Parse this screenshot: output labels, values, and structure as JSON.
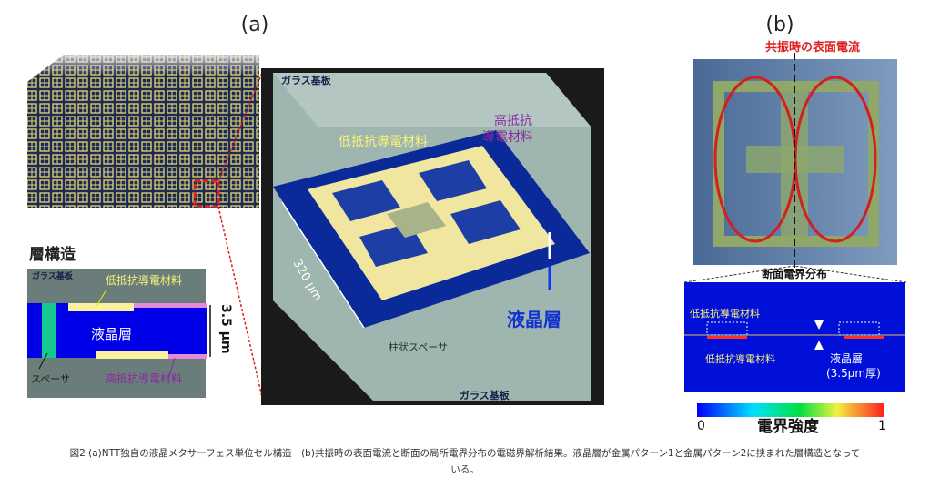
{
  "panel_a": {
    "label": "(a)",
    "layer_title": "層構造",
    "layer": {
      "glass": "ガラス基板",
      "low_res": "低抵抗導電材料",
      "lc": "液晶層",
      "thickness": "3.5 μm",
      "spacer": "スペーサ",
      "high_res": "高抵抗導電材料"
    },
    "cell": {
      "glass_top": "ガラス基板",
      "glass_bottom": "ガラス基板",
      "low_res": "低抵抗導電材料",
      "high_res_line1": "高抵抗",
      "high_res_line2": "導電材料",
      "size": "320 μm",
      "spacer": "柱状スペーサ",
      "lc": "液晶層"
    }
  },
  "panel_b": {
    "label": "(b)",
    "current_title": "共振時の表面電流",
    "section_title": "断面電界分布",
    "low_res_top": "低抵抗導電材料",
    "low_res_bottom": "低抵抗導電材料",
    "lc": "液晶層",
    "lc_thickness": "(3.5μm厚)",
    "colorbar": {
      "min": "0",
      "max": "1",
      "label": "電界強度"
    }
  },
  "caption": {
    "line1": "図2 (a)NTT独自の液晶メタサーフェス単位セル構造　(b)共振時の表面電流と断面の局所電界分布の電磁界解析結果。液晶層が金属パターン1と金属パターン2に挟まれた層構造となって",
    "line2": "いる。"
  }
}
